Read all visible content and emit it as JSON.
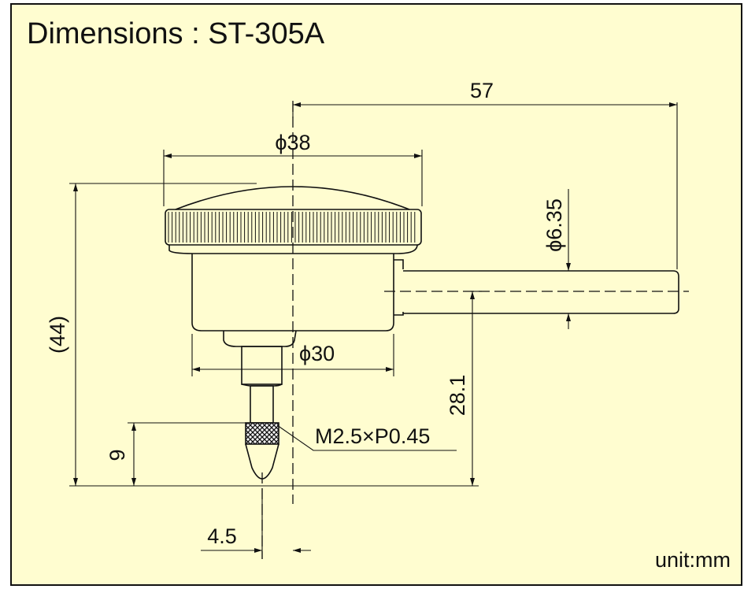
{
  "title": "Dimensions :  ST-305A",
  "unit_label": "unit:mm",
  "colors": {
    "background": "#FFFDD0",
    "border": "#111111",
    "line": "#111111"
  },
  "dimensions": {
    "total_height": "(44)",
    "bezel_diameter": "ϕ38",
    "stem_offset": "57",
    "stem_diameter": "ϕ6.35",
    "body_diameter": "ϕ30",
    "stem_height": "28.1",
    "thread": "M2.5×P0.45",
    "tip_length": "9",
    "tip_offset": "4.5"
  }
}
